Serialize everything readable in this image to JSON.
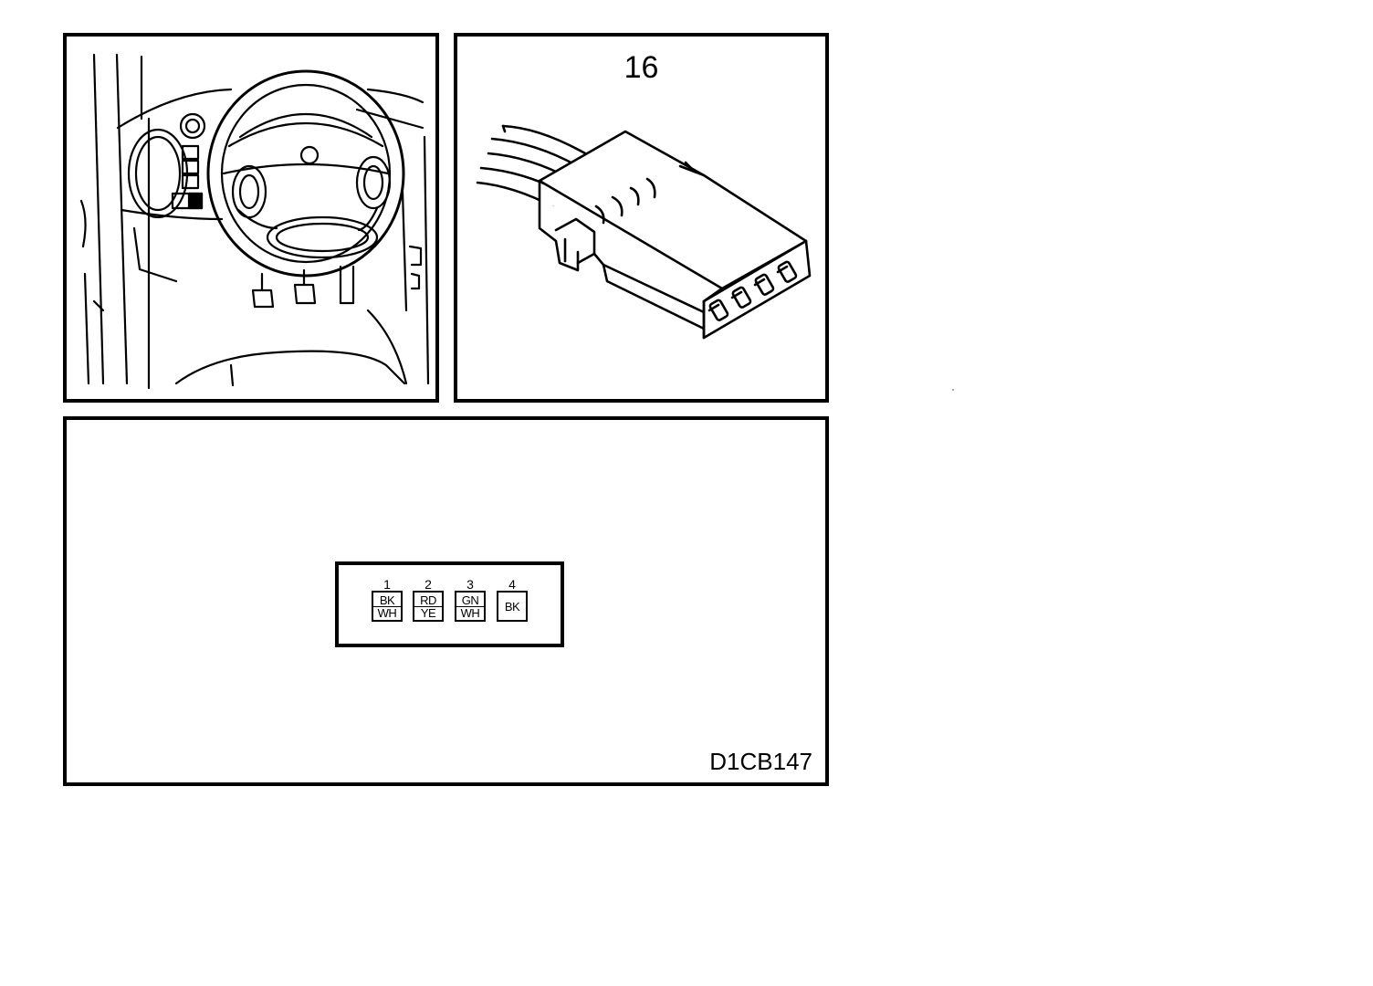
{
  "connector": {
    "number": "16",
    "pins": [
      {
        "number": "1",
        "colors": [
          "BK",
          "WH"
        ]
      },
      {
        "number": "2",
        "colors": [
          "RD",
          "YE"
        ]
      },
      {
        "number": "3",
        "colors": [
          "GN",
          "WH"
        ]
      },
      {
        "number": "4",
        "colors": [
          "BK"
        ]
      }
    ]
  },
  "figure_code": "D1CB147"
}
